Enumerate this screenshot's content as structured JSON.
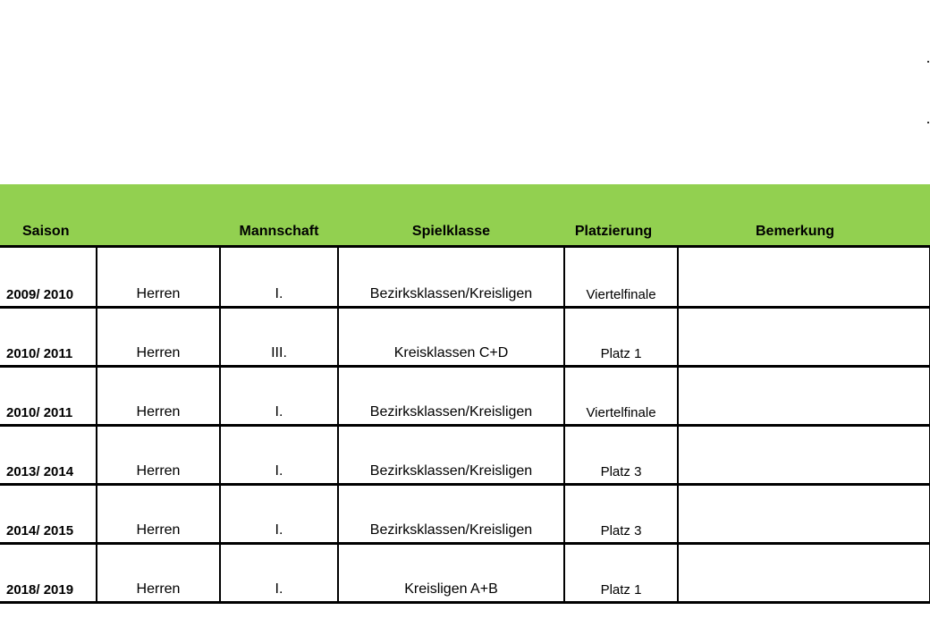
{
  "header": {
    "saison": "Saison",
    "mannschaft": "Mannschaft",
    "spielklasse": "Spielklasse",
    "platzierung": "Platzierung",
    "bemerkung": "Bemerkung"
  },
  "colors": {
    "header_background": "#92d050"
  },
  "rows": [
    {
      "saison": "2009/ 2010",
      "team": "Herren",
      "mannschaft": "I.",
      "spielklasse": "Bezirksklassen/Kreisligen",
      "platzierung": "Viertelfinale",
      "bemerkung": ""
    },
    {
      "saison": "2010/ 2011",
      "team": "Herren",
      "mannschaft": "III.",
      "spielklasse": "Kreisklassen C+D",
      "platzierung": "Platz 1",
      "bemerkung": ""
    },
    {
      "saison": "2010/ 2011",
      "team": "Herren",
      "mannschaft": "I.",
      "spielklasse": "Bezirksklassen/Kreisligen",
      "platzierung": "Viertelfinale",
      "bemerkung": ""
    },
    {
      "saison": "2013/ 2014",
      "team": "Herren",
      "mannschaft": "I.",
      "spielklasse": "Bezirksklassen/Kreisligen",
      "platzierung": "Platz 3",
      "bemerkung": ""
    },
    {
      "saison": "2014/ 2015",
      "team": "Herren",
      "mannschaft": "I.",
      "spielklasse": "Bezirksklassen/Kreisligen",
      "platzierung": "Platz 3",
      "bemerkung": ""
    },
    {
      "saison": "2018/ 2019",
      "team": "Herren",
      "mannschaft": "I.",
      "spielklasse": "Kreisligen A+B",
      "platzierung": "Platz 1",
      "bemerkung": ""
    }
  ]
}
